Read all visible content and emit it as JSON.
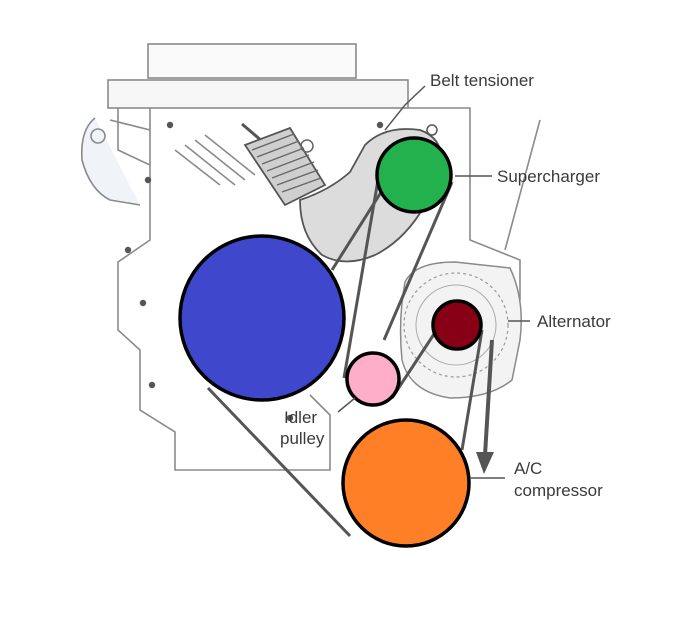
{
  "labels": {
    "belt_tensioner": "Belt tensioner",
    "supercharger": "Supercharger",
    "alternator": "Alternator",
    "idler_line1": "Idler",
    "idler_line2": "pulley",
    "ac_line1": "A/C",
    "ac_line2": "compressor"
  },
  "colors": {
    "crank_pulley": "#3f48cc",
    "supercharger_pulley": "#22b14c",
    "alternator_pulley": "#880015",
    "idler_pulley": "#ffaec9",
    "ac_pulley": "#ff7f27",
    "belt": "#555555",
    "engine_line": "#8a8a8a"
  }
}
